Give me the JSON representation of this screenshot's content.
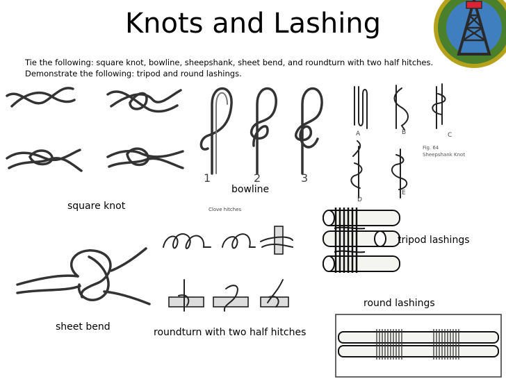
{
  "slide": {
    "title": "Knots and Lashing",
    "line1": "Tie the following: square knot, bowline, sheepshank, sheet bend, and roundturn with two half hitches.",
    "line2": "Demonstrate the following: tripod and round lashings."
  },
  "captions": {
    "square_knot": "square knot",
    "bowline": "bowline",
    "sheet_bend": "sheet bend",
    "roundturn": "roundturn with two half hitches",
    "tripod": "tripod lashings",
    "round": "round lashings"
  },
  "figure_labels": {
    "bowline_steps": [
      "1",
      "2",
      "3"
    ],
    "sheepshank_steps": [
      "A",
      "B",
      "C",
      "D",
      "E"
    ],
    "sheepshank_note": "Fig. 64 Sheepshank Knot",
    "clove_note": "Clove hitches"
  },
  "colors": {
    "badge_border": "#b4a21a",
    "badge_fill": "#4a7f2c",
    "badge_sky": "#3f7fbf",
    "badge_tower": "#2a2a2a"
  }
}
